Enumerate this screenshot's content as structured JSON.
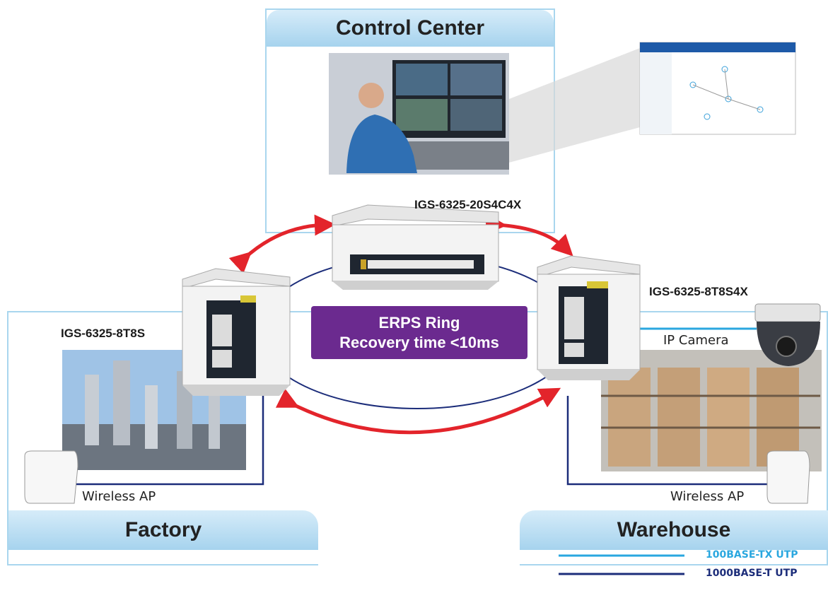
{
  "zones": {
    "control_center": "Control Center",
    "factory": "Factory",
    "warehouse": "Warehouse"
  },
  "devices": {
    "core_switch": "IGS-6325-20S4C4X",
    "left_switch": "IGS-6325-8T8S",
    "right_switch": "IGS-6325-8T8S4X"
  },
  "ring": {
    "title": "ERPS Ring",
    "recovery": "Recovery time <10ms"
  },
  "endpoints": {
    "ip_camera": "IP Camera",
    "wireless_ap_left": "Wireless AP",
    "wireless_ap_right": "Wireless AP"
  },
  "legend": {
    "items": [
      {
        "label": "100BASE-TX UTP",
        "color": "#2aa7df"
      },
      {
        "label": "1000BASE-T UTP",
        "color": "#1c2d7a"
      }
    ]
  },
  "colors": {
    "zone_border": "#a9d6ee",
    "ring_line": "#1c2d7a",
    "arrows": "#e3242b",
    "erps_box": "#6b2a8f"
  }
}
